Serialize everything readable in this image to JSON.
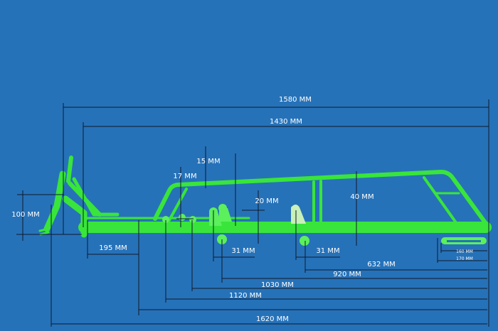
{
  "title": "Frame dimensions diagram",
  "colors": {
    "background": "#2672b9",
    "frame": "#39e53a",
    "dimension_line": "#0d1a2c",
    "label": "#ffffff"
  },
  "dimensions": {
    "overall_top": "1580 MM",
    "top_rail": "1430 MM",
    "d15": "15 MM",
    "d17": "17 MM",
    "d20": "20 MM",
    "d40": "40 MM",
    "d100": "100 MM",
    "d195": "195 MM",
    "d31_left": "31 MM",
    "d31_right": "31 MM",
    "d160": "160 MM",
    "d170": "170 MM",
    "d632": "632 MM",
    "d920": "920 MM",
    "d1030": "1030 MM",
    "d1120": "1120 MM",
    "d1620": "1620 MM"
  }
}
